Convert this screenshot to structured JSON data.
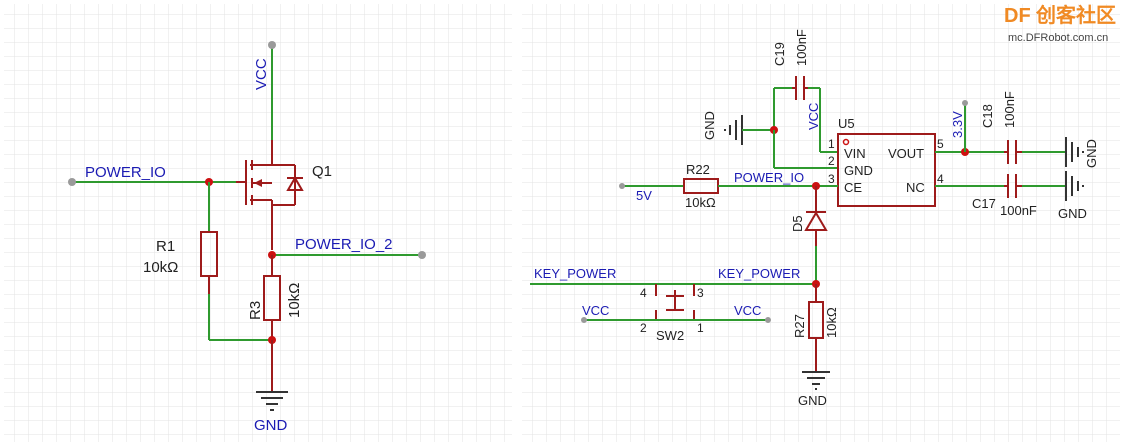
{
  "left_schematic": {
    "net_power_io": "POWER_IO",
    "net_power_io_2": "POWER_IO_2",
    "net_vcc": "VCC",
    "q1": "Q1",
    "r1_ref": "R1",
    "r1_val": "10kΩ",
    "r3_ref": "R3",
    "r3_val": "10kΩ",
    "gnd": "GND"
  },
  "right_schematic": {
    "c19_ref": "C19",
    "c19_val": "100nF",
    "vcc_top": "VCC",
    "gnd_left": "GND",
    "u5_ref": "U5",
    "u5_pins": {
      "vin": "VIN",
      "gnd": "GND",
      "ce": "CE",
      "vout": "VOUT",
      "nc": "NC",
      "p1": "1",
      "p2": "2",
      "p3": "3",
      "p4": "4",
      "p5": "5"
    },
    "v33": "3.3V",
    "c18_ref": "C18",
    "c18_val": "100nF",
    "gnd_c18": "GND",
    "c17_ref": "C17",
    "c17_val": "100nF",
    "gnd_c17": "GND",
    "r22_ref": "R22",
    "r22_val": "10kΩ",
    "net_5v": "5V",
    "net_power_io": "POWER_IO",
    "d5_ref": "D5",
    "key_power_left": "KEY_POWER",
    "key_power_right": "KEY_POWER",
    "sw_pin4": "4",
    "sw_pin3": "3",
    "sw_pin2": "2",
    "sw_pin1": "1",
    "sw_ref": "SW2",
    "vcc_left": "VCC",
    "vcc_right": "VCC",
    "r27_ref": "R27",
    "r27_val": "10kΩ",
    "gnd_bottom": "GND"
  },
  "watermark": {
    "brand": "DF",
    "brand_cn": "创客社区",
    "url": "mc.DFRobot.com.cn"
  },
  "colors": {
    "wire": "#2f9a2f",
    "component": "#9e1b1b",
    "net_label": "#1b1bb3",
    "junction": "#cc1111",
    "grid": "#e3e3e3",
    "watermark": "#f08a24"
  }
}
